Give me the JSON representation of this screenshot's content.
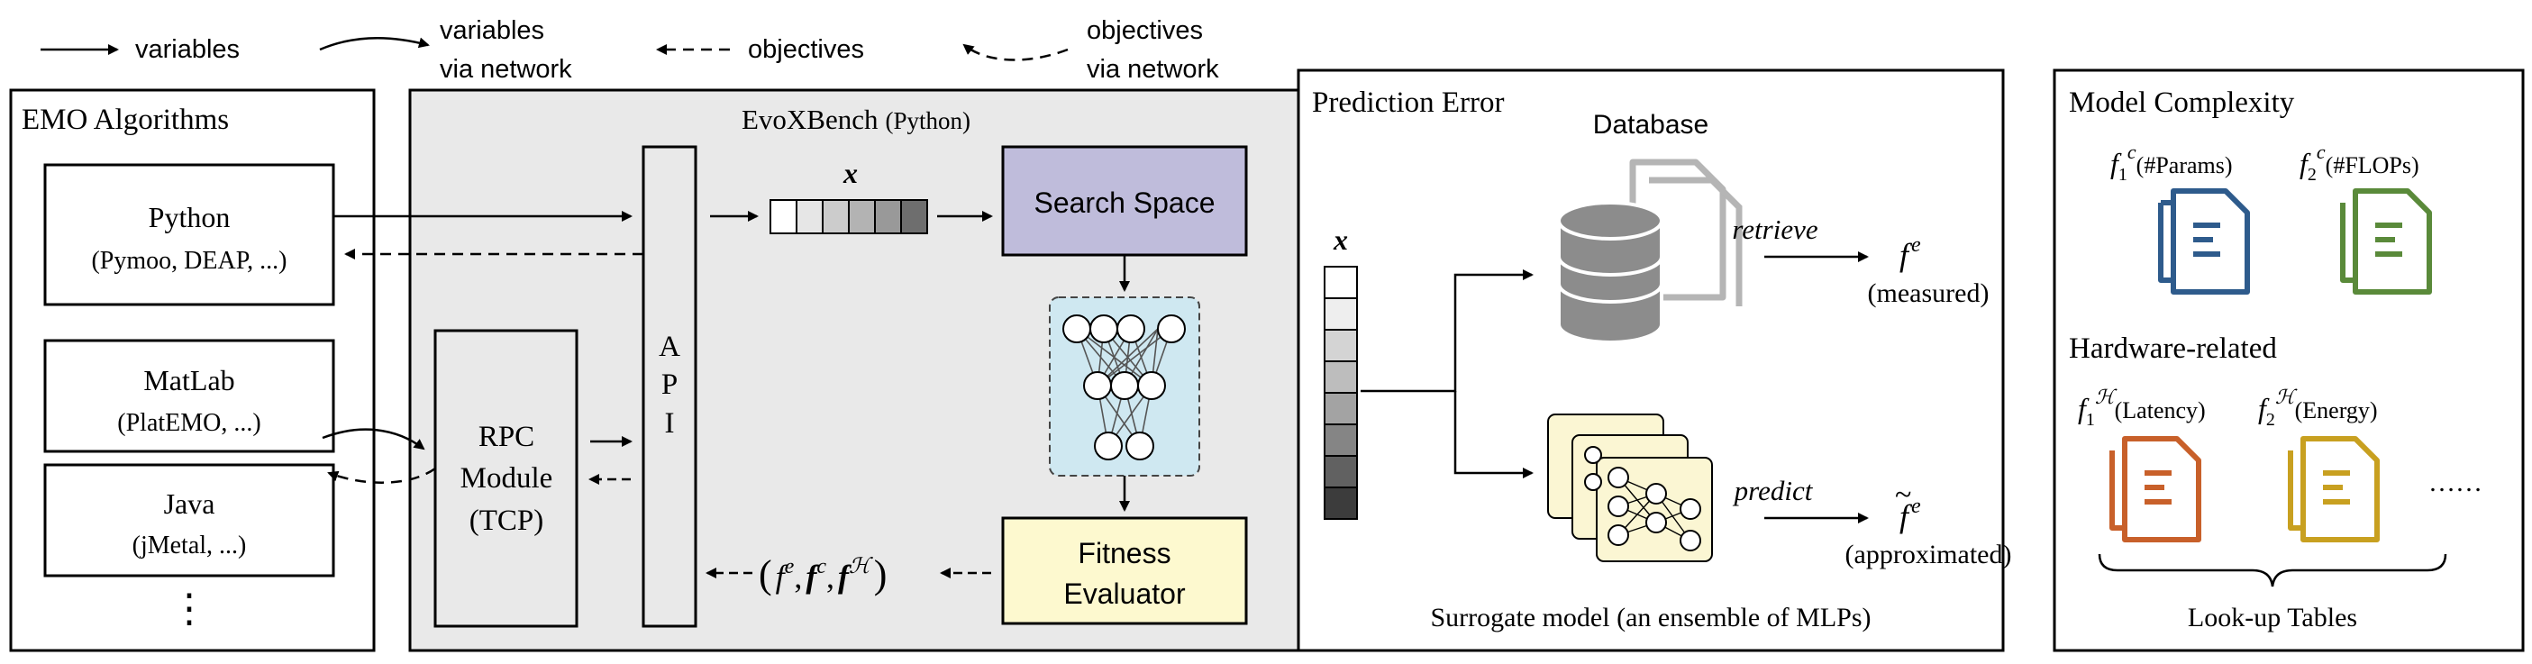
{
  "legend": {
    "variables": "variables",
    "variables_net_1": "variables",
    "variables_net_2": "via network",
    "objectives": "objectives",
    "objectives_net_1": "objectives",
    "objectives_net_2": "via network"
  },
  "emo": {
    "title": "EMO Algorithms",
    "python_name": "Python",
    "python_libs": "(Pymoo, DEAP, ...)",
    "matlab_name": "MatLab",
    "matlab_libs": "(PlatEMO, ...)",
    "java_name": "Java",
    "java_libs": "(jMetal, ...)",
    "more": "⋮"
  },
  "evox": {
    "title": "EvoXBench",
    "title_suffix": "(Python)",
    "api_a": "A",
    "api_p": "P",
    "api_i": "I",
    "rpc_1": "RPC",
    "rpc_2": "Module",
    "rpc_3": "(TCP)",
    "x_label": "x",
    "search_space": "Search Space",
    "fitness_1": "Fitness",
    "fitness_2": "Evaluator",
    "f_open": "(",
    "f_e": "f",
    "f_e_sup": "e",
    "f_c": "f",
    "f_c_sup": "c",
    "f_h": "f",
    "f_h_sup": "ℋ",
    "f_comma": ",",
    "f_close": ")"
  },
  "pred": {
    "title": "Prediction Error",
    "x_label": "x",
    "database": "Database",
    "retrieve": "retrieve",
    "fe": "f",
    "fe_sup": "e",
    "measured": "(measured)",
    "predict": "predict",
    "fe_tilde": "f",
    "fe_tilde_sup": "e",
    "tilde": "~",
    "approximated": "(approximated)",
    "surrogate": "Surrogate model (an ensemble of MLPs)"
  },
  "complexity": {
    "title": "Model Complexity",
    "f1": "f",
    "f1_sub": "1",
    "f1_sup": "c",
    "f1_label": "(#Params)",
    "f2": "f",
    "f2_sub": "2",
    "f2_sup": "c",
    "f2_label": "(#FLOPs)",
    "hw_title": "Hardware-related",
    "h1": "f",
    "h1_sub": "1",
    "h1_sup": "ℋ",
    "h1_label": "(Latency)",
    "h2": "f",
    "h2_sub": "2",
    "h2_sup": "ℋ",
    "h2_label": "(Energy)",
    "more": "……",
    "lookup": "Look-up Tables"
  },
  "colors": {
    "search_space_fill": "#bfbcdb",
    "fitness_fill": "#fdf9cf",
    "nn_fill": "#cfe8f1",
    "evox_fill": "#e9e9e9",
    "db_gray": "#8c8c8c",
    "mlp_fill": "#fbf6d3",
    "table_blue": "#2e5b8c",
    "table_green": "#5a8a3a",
    "table_orange": "#c8602a",
    "table_yellow": "#c8a020"
  }
}
